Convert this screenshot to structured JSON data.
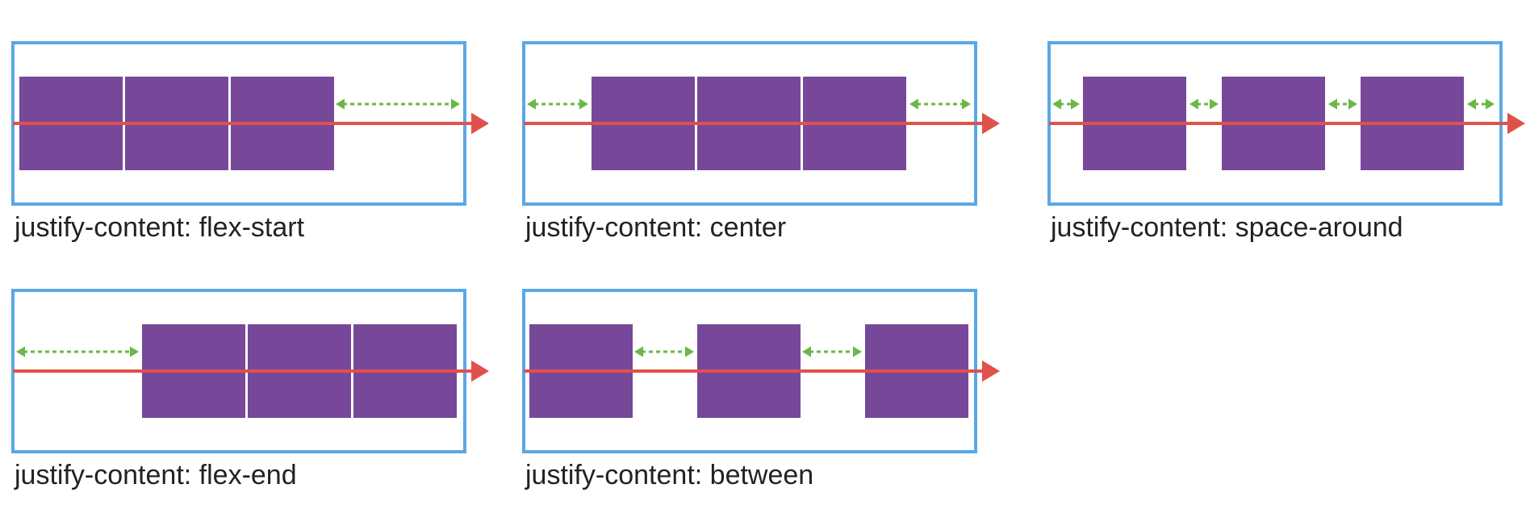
{
  "colors": {
    "container_border": "#5aa8e6",
    "item_fill": "#77489a",
    "main_axis": "#e0514b",
    "free_space": "#6ab846"
  },
  "panels": [
    {
      "id": "flex-start",
      "caption": "justify-content: flex-start"
    },
    {
      "id": "center",
      "caption": "justify-content: center"
    },
    {
      "id": "space-around",
      "caption": "justify-content: space-around"
    },
    {
      "id": "flex-end",
      "caption": "justify-content: flex-end"
    },
    {
      "id": "between",
      "caption": "justify-content: between"
    }
  ]
}
